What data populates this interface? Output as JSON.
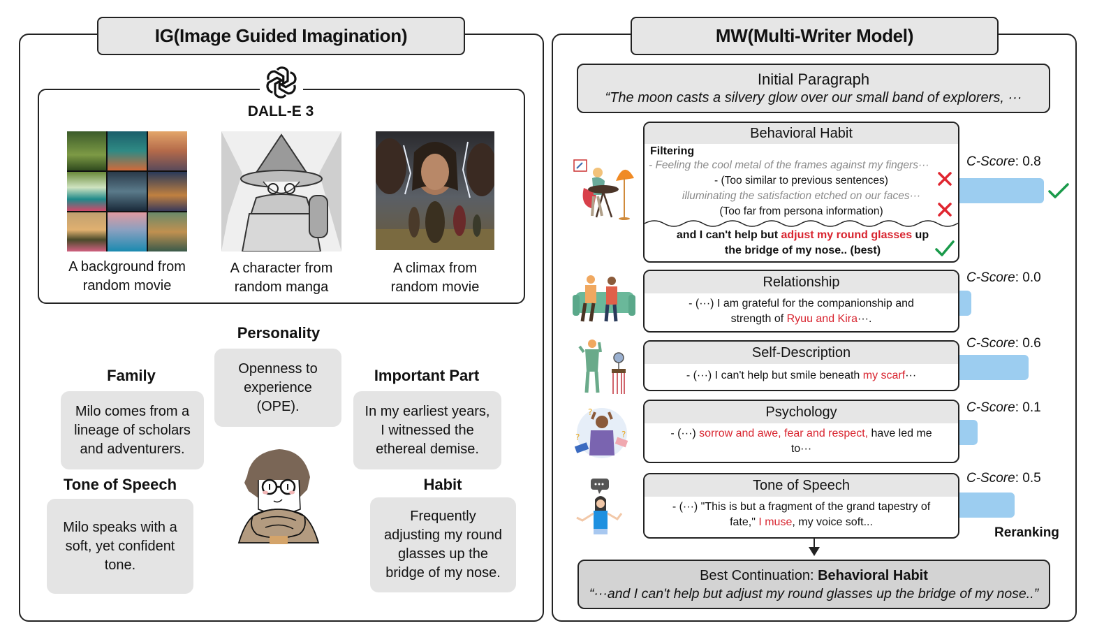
{
  "ig_panel": {
    "title": "IG(Image Guided Imagination)",
    "generator": {
      "logo_icon": "openai-logo-icon",
      "label": "DALL-E 3"
    },
    "images": [
      {
        "caption_line1": "A background from",
        "caption_line2": "random movie",
        "depicts": "3x3 grid of fantasy landscapes"
      },
      {
        "caption_line1": "A character from",
        "caption_line2": "random manga",
        "depicts": "manga boy with witch hat, glasses, scarf and backpack"
      },
      {
        "caption_line1": "A climax from",
        "caption_line2": "random movie",
        "depicts": "movie poster with lightning and running group"
      }
    ],
    "persona": {
      "attributes": [
        {
          "key": "personality",
          "title": "Personality",
          "lines": [
            "Openness to",
            "experience",
            "(OPE)."
          ]
        },
        {
          "key": "family",
          "title": "Family",
          "lines": [
            "Milo comes from a",
            "lineage of scholars",
            "and adventurers."
          ]
        },
        {
          "key": "important_part",
          "title": "Important Part",
          "lines": [
            "In my earliest years,",
            "I witnessed the",
            "ethereal demise."
          ]
        },
        {
          "key": "tone_of_speech",
          "title": "Tone of Speech",
          "lines": [
            "Milo speaks with a",
            "soft, yet confident",
            "tone."
          ]
        },
        {
          "key": "habit",
          "title": "Habit",
          "lines": [
            "Frequently",
            "adjusting my round",
            "glasses up the",
            "bridge of my nose."
          ]
        }
      ]
    }
  },
  "mw_panel": {
    "title": "MW(Multi-Writer Model)",
    "initial_paragraph": {
      "title": "Initial Paragraph",
      "quote": "“The moon casts a silvery glow over our small band of explorers, ···"
    },
    "writers": [
      {
        "name": "Behavioral Habit",
        "filtering_label": "Filtering",
        "filtered": [
          {
            "text": "-  Feeling the cool metal of the frames against my fingers···",
            "reason": "-  (Too similar to previous sentences)",
            "status": "rejected"
          },
          {
            "text": "illuminating the satisfaction etched on our faces···",
            "reason": "(Too far from persona information)",
            "status": "rejected"
          }
        ],
        "best_pre": "and I can't help but ",
        "best_highlight": "adjust my round glasses",
        "best_post": " up",
        "best_line2": "the bridge of my nose.. (best)",
        "cscore_label": "C-Score",
        "cscore": "0.8",
        "selected": true
      },
      {
        "name": "Relationship",
        "body_pre": "-  (···) I am grateful for the companionship and",
        "body_pre2": "strength of ",
        "highlight": "Ryuu and Kira",
        "body_post": "···.",
        "cscore_label": "C-Score",
        "cscore": "0.0"
      },
      {
        "name": "Self-Description",
        "body_pre": "-  (···) I can't help but smile beneath ",
        "highlight": "my scarf",
        "body_post": "···",
        "cscore_label": "C-Score",
        "cscore": "0.6"
      },
      {
        "name": "Psychology",
        "body_pre": "-  (···) ",
        "highlight": "sorrow and awe, fear and respect,",
        "body_post": " have led me",
        "body_line2": "to···",
        "cscore_label": "C-Score",
        "cscore": "0.1"
      },
      {
        "name": "Tone of Speech",
        "body_pre": "-  (···) \"This is but a fragment of the grand tapestry of",
        "body_pre2": "fate,\" ",
        "highlight": "I muse",
        "body_post": ", my voice soft...",
        "cscore_label": "C-Score",
        "cscore": "0.5"
      }
    ],
    "reranking_label": "Reranking",
    "best_continuation": {
      "label": "Best Continuation: ",
      "winner": "Behavioral Habit",
      "quote": "“···and I can't help but adjust my round glasses up the bridge of my nose..”"
    }
  },
  "colors": {
    "highlight_red": "#d8242f",
    "bar_blue": "#9ccdf0",
    "check_green": "#1a9a4a",
    "cross_red": "#e0252f",
    "box_gray": "#e6e6e6",
    "best_gray": "#d3d3d3"
  },
  "chart_data": {
    "type": "bar",
    "title": "C-Score per writer (Reranking)",
    "categories": [
      "Behavioral Habit",
      "Relationship",
      "Self-Description",
      "Psychology",
      "Tone of Speech"
    ],
    "values": [
      0.8,
      0.0,
      0.6,
      0.1,
      0.5
    ],
    "orientation": "horizontal",
    "xlabel": "C-Score",
    "ylabel": "",
    "xlim": [
      0,
      1
    ]
  }
}
